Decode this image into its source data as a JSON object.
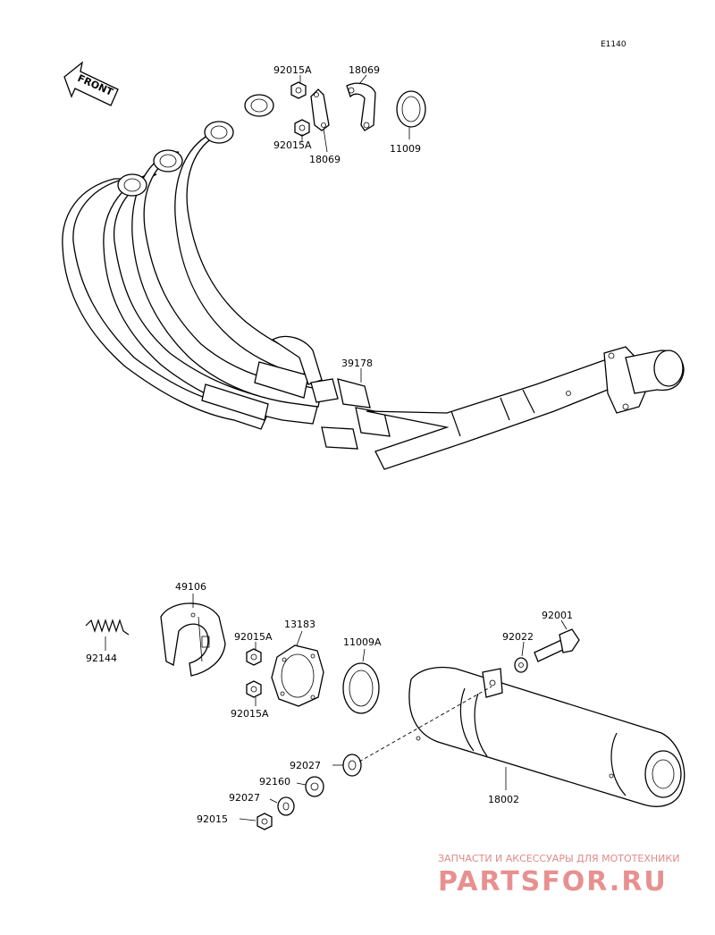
{
  "diagram_code": "E1140",
  "front_label": "FRONT",
  "parts": {
    "p92015A_top": "92015A",
    "p18069_top": "18069",
    "p92015A_mid": "92015A",
    "p18069_mid": "18069",
    "p11009": "11009",
    "p39178": "39178",
    "p49106": "49106",
    "p92144": "92144",
    "p92015A_a": "92015A",
    "p13183": "13183",
    "p92015A_b": "92015A",
    "p11009A": "11009A",
    "p92001": "92001",
    "p92022": "92022",
    "p92027_a": "92027",
    "p92160": "92160",
    "p92027_b": "92027",
    "p92015": "92015",
    "p18002": "18002"
  },
  "watermark": {
    "tagline": "ЗАПЧАСТИ И АКСЕССУАРЫ ДЛЯ МОТОТЕХНИКИ",
    "brand": "PARTSFOR.RU"
  }
}
